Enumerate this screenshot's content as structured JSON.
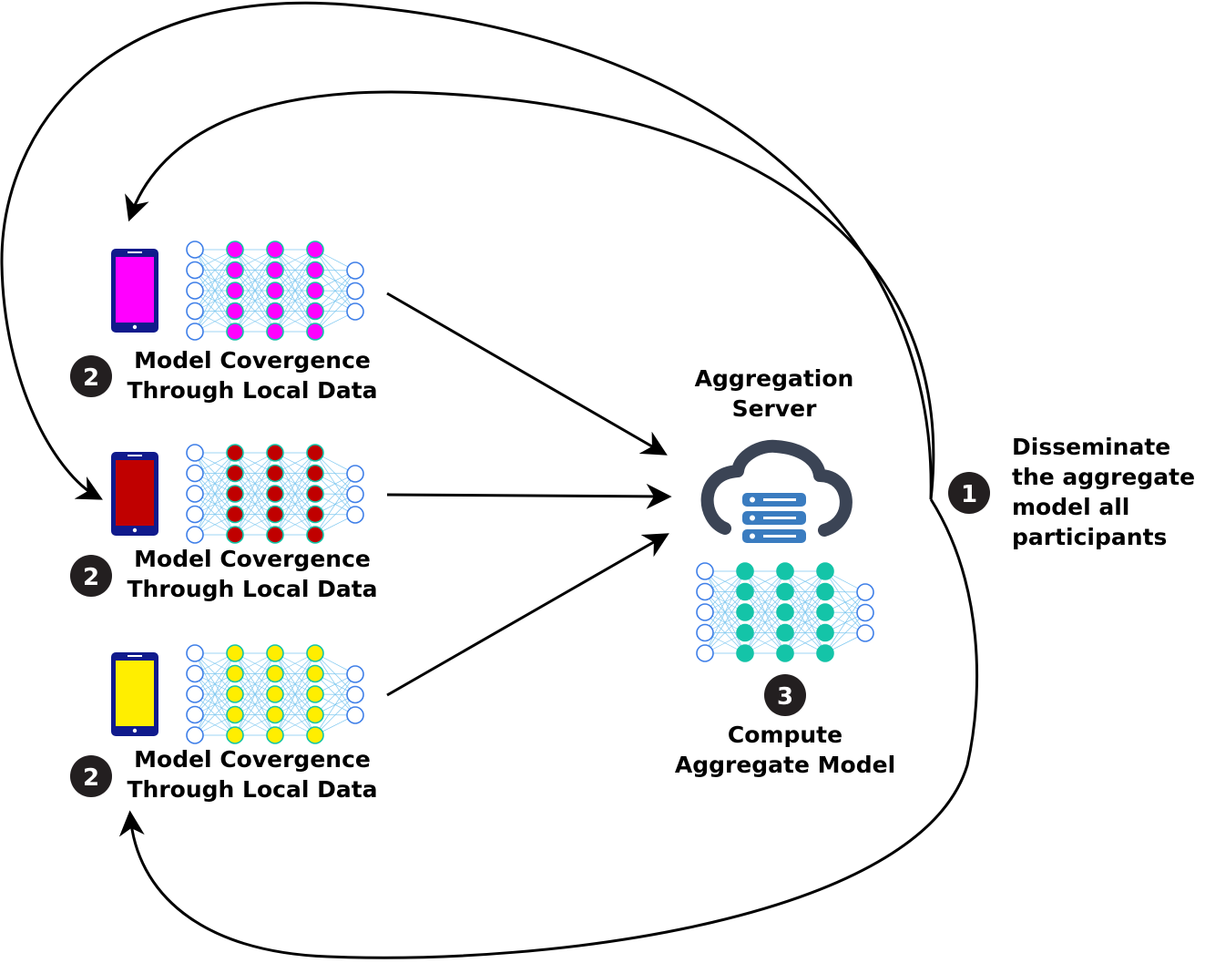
{
  "colors": {
    "phone_frame": "#101a8c",
    "client_1": "#ff00ff",
    "client_2": "#c00000",
    "client_3": "#ffee00",
    "aggregate": "#14c4a8",
    "input_node_stroke": "#3f7fe8",
    "connection": "#7fc8f0",
    "cloud": "#3b4455",
    "server": "#3a7cc0",
    "badge": "#231f20",
    "arrow": "#000000"
  },
  "clients": [
    {
      "step": "2",
      "label_line1": "Model Covergence",
      "label_line2": "Through Local Data",
      "color_key": "client_1",
      "phone_icon": "smartphone-icon",
      "network_icon": "neural-network-icon"
    },
    {
      "step": "2",
      "label_line1": "Model Covergence",
      "label_line2": "Through Local Data",
      "color_key": "client_2",
      "phone_icon": "smartphone-icon",
      "network_icon": "neural-network-icon"
    },
    {
      "step": "2",
      "label_line1": "Model Covergence",
      "label_line2": "Through Local Data",
      "color_key": "client_3",
      "phone_icon": "smartphone-icon",
      "network_icon": "neural-network-icon"
    }
  ],
  "server": {
    "title_line1": "Aggregation",
    "title_line2": "Server",
    "icon": "cloud-server-icon",
    "network_icon": "neural-network-icon",
    "step": "3",
    "label_line1": "Compute",
    "label_line2": "Aggregate Model"
  },
  "dissemination": {
    "step": "1",
    "lines": [
      "Disseminate",
      "the aggregate",
      "model all",
      "participants"
    ]
  }
}
